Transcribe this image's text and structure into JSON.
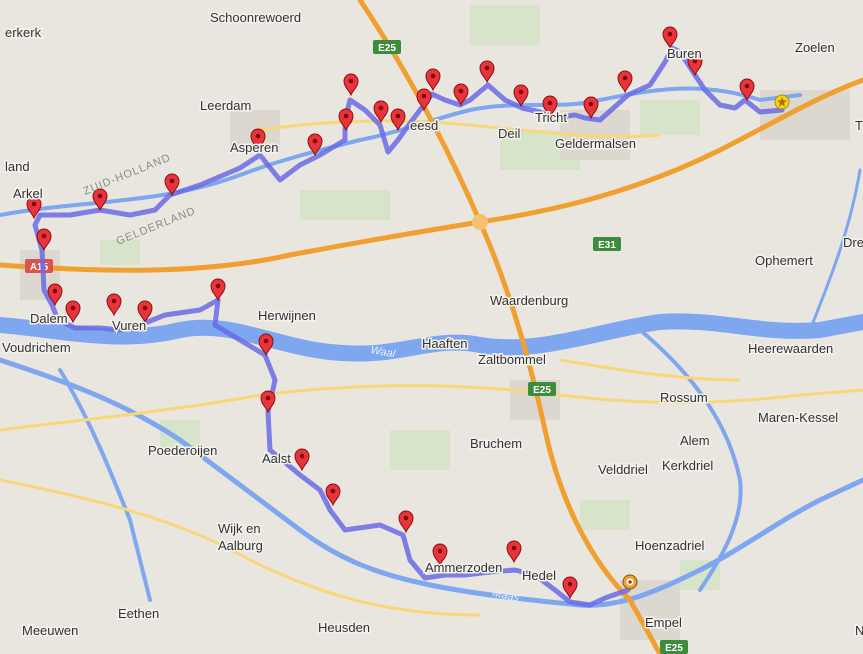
{
  "places": [
    {
      "id": "schoonrewoerd",
      "label": "Schoonrewoerd"
    },
    {
      "id": "leerkerk",
      "label": "erkerk"
    },
    {
      "id": "zoelen",
      "label": "Zoelen"
    },
    {
      "id": "buren",
      "label": "Buren"
    },
    {
      "id": "leerdam",
      "label": "Leerdam"
    },
    {
      "id": "asperen",
      "label": "Asperen"
    },
    {
      "id": "beesd",
      "label": "eesd"
    },
    {
      "id": "deil",
      "label": "Deil"
    },
    {
      "id": "tricht",
      "label": "Tricht"
    },
    {
      "id": "geldermalsen",
      "label": "Geldermalsen"
    },
    {
      "id": "holland",
      "label": "land"
    },
    {
      "id": "arkel",
      "label": "Arkel"
    },
    {
      "id": "t",
      "label": "T"
    },
    {
      "id": "dre",
      "label": "Dre"
    },
    {
      "id": "ophemert",
      "label": "Ophemert"
    },
    {
      "id": "waardenburg",
      "label": "Waardenburg"
    },
    {
      "id": "dalem",
      "label": "Dalem"
    },
    {
      "id": "vuren",
      "label": "Vuren"
    },
    {
      "id": "herwijnen",
      "label": "Herwijnen"
    },
    {
      "id": "woudrichem",
      "label": "Voudrichem"
    },
    {
      "id": "haaften",
      "label": "Haaften"
    },
    {
      "id": "zaltbommel",
      "label": "Zaltbommel"
    },
    {
      "id": "heerewaarden",
      "label": "Heerewaarden"
    },
    {
      "id": "rossum",
      "label": "Rossum"
    },
    {
      "id": "marenkessel",
      "label": "Maren-Kessel"
    },
    {
      "id": "poederoijen",
      "label": "Poederoijen"
    },
    {
      "id": "bruchem",
      "label": "Bruchem"
    },
    {
      "id": "alem",
      "label": "Alem"
    },
    {
      "id": "aalst",
      "label": "Aalst"
    },
    {
      "id": "velddriel",
      "label": "Velddriel"
    },
    {
      "id": "kerkdriel",
      "label": "Kerkdriel"
    },
    {
      "id": "wijken",
      "label": "Wijk en"
    },
    {
      "id": "aalburg",
      "label": "Aalburg"
    },
    {
      "id": "hoenzadriel",
      "label": "Hoenzadriel"
    },
    {
      "id": "ammerzoden",
      "label": "Ammerzoden"
    },
    {
      "id": "hedel",
      "label": "Hedel"
    },
    {
      "id": "eethen",
      "label": "Eethen"
    },
    {
      "id": "meeuwen",
      "label": "Meeuwen"
    },
    {
      "id": "heusden",
      "label": "Heusden"
    },
    {
      "id": "empel",
      "label": "Empel"
    },
    {
      "id": "n",
      "label": "N"
    }
  ],
  "regions": [
    {
      "id": "zuidholland",
      "label": "ZUID-HOLLAND"
    },
    {
      "id": "gelderland",
      "label": "GELDERLAND"
    }
  ],
  "rivers": [
    {
      "id": "waal",
      "label": "Waal"
    },
    {
      "id": "maas",
      "label": "Maas"
    }
  ],
  "road_shields": [
    {
      "id": "e25-top",
      "label": "E25",
      "color": "#3d8c3d"
    },
    {
      "id": "e31",
      "label": "E31",
      "color": "#3d8c3d"
    },
    {
      "id": "a15",
      "label": "A15",
      "color": "#d9534f"
    },
    {
      "id": "e25-mid",
      "label": "E25",
      "color": "#3d8c3d"
    },
    {
      "id": "e25-bottom",
      "label": "E25",
      "color": "#3d8c3d"
    }
  ],
  "colors": {
    "land": "#e9e6df",
    "water": "#7ea7f0",
    "route": "#6a6ae6",
    "highway": "#f0a030",
    "secondary_road": "#f7d77a",
    "marker": "#e8343a"
  },
  "route": {
    "marker_count": 34,
    "start_icon": "yellow-star-marker-icon",
    "end_icon": "orange-target-marker-icon"
  }
}
